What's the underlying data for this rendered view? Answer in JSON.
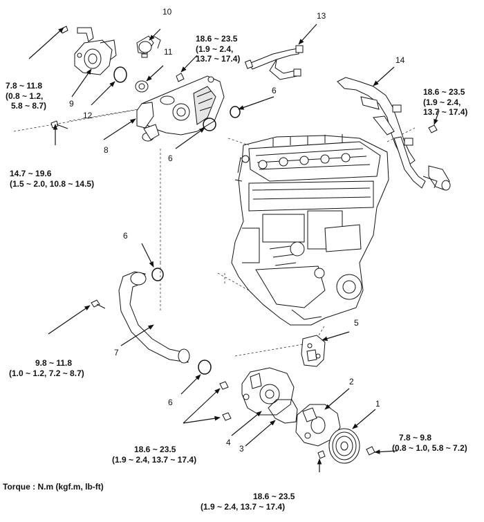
{
  "callouts": {
    "c1": "1",
    "c2": "2",
    "c3": "3",
    "c4": "4",
    "c5": "5",
    "c6a": "6",
    "c6b": "6",
    "c6c": "6",
    "c6d": "6",
    "c7": "7",
    "c8": "8",
    "c9": "9",
    "c10": "10",
    "c11": "11",
    "c12": "12",
    "c13": "13",
    "c14": "14"
  },
  "torques": {
    "t_9": [
      "7.8 ~ 11.8",
      "(0.8 ~ 1.2,",
      "5.8 ~ 8.7)"
    ],
    "t_8": [
      "14.7 ~ 19.6",
      "(1.5 ~ 2.0, 10.8 ~ 14.5)"
    ],
    "t_top": [
      "18.6 ~ 23.5",
      "(1.9 ~ 2.4,",
      "13.7 ~ 17.4)"
    ],
    "t_14": [
      "18.6 ~ 23.5",
      "(1.9 ~ 2.4,",
      "13.7 ~ 17.4)"
    ],
    "t_7": [
      "9.8 ~ 11.8",
      "(1.0 ~ 1.2, 7.2 ~ 8.7)"
    ],
    "t_4": [
      "18.6 ~ 23.5",
      "(1.9 ~ 2.4, 13.7 ~ 17.4)"
    ],
    "t_1": [
      "7.8 ~ 9.8",
      "(0.8 ~ 1.0, 5.8 ~ 7.2)"
    ],
    "t_bottom": [
      "18.6 ~ 23.5",
      "(1.9 ~ 2.4, 13.7 ~ 17.4)"
    ]
  },
  "footer": {
    "torque_unit": "Torque : N.m (kgf.m, lb-ft)"
  },
  "colors": {
    "line": "#111111",
    "fill": "#ffffff",
    "shade": "#d9d9d9"
  }
}
